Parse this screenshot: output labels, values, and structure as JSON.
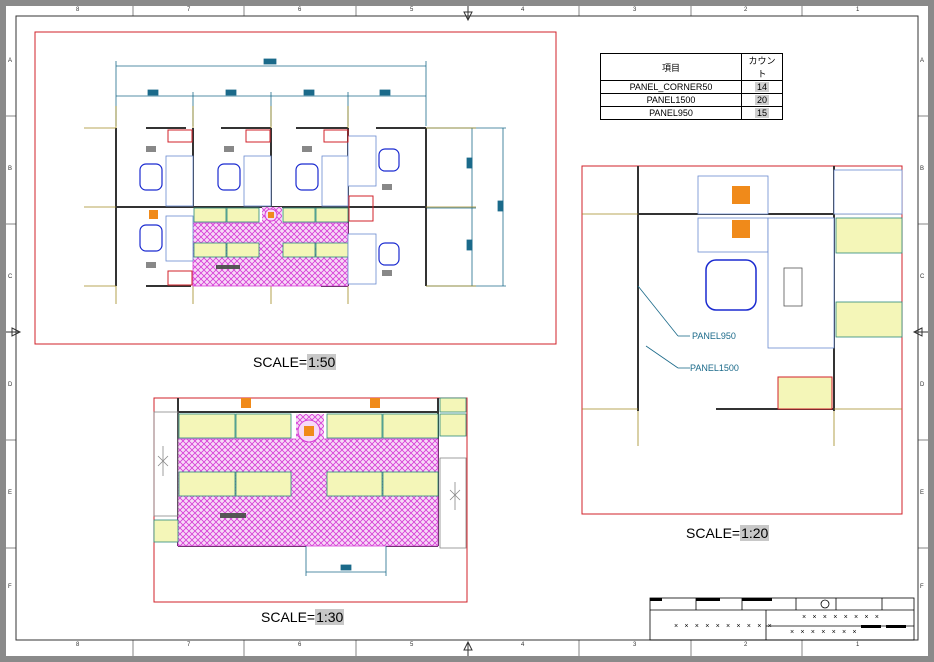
{
  "border": {
    "columns": [
      "8",
      "7",
      "6",
      "5",
      "4",
      "3",
      "2",
      "1"
    ],
    "rows": [
      "A",
      "B",
      "C",
      "D",
      "E",
      "F"
    ]
  },
  "bom_table": {
    "headers": [
      "項目",
      "カウント"
    ],
    "rows": [
      {
        "item": "PANEL_CORNER50",
        "count": "14"
      },
      {
        "item": "PANEL1500",
        "count": "20"
      },
      {
        "item": "PANEL950",
        "count": "15"
      }
    ]
  },
  "views": {
    "view_50": {
      "prefix": "SCALE=",
      "value": "1:50"
    },
    "view_30": {
      "prefix": "SCALE=",
      "value": "1:30"
    },
    "view_20": {
      "prefix": "SCALE=",
      "value": "1:20"
    }
  },
  "callouts": {
    "panel950": "PANEL950",
    "panel1500": "PANEL1500"
  },
  "title_block": {
    "field_a": "× × × × × × × × × ×",
    "field_b": "× × × × × × × ×",
    "field_c": "× × × × × × ×"
  },
  "colors": {
    "frame": "#d0202a",
    "dimension": "#1b6a8a",
    "hatch": "#d63cd6",
    "desk": "#f4f6b8",
    "chair": "#1a2ad0",
    "equipment": "#f08a1a"
  }
}
